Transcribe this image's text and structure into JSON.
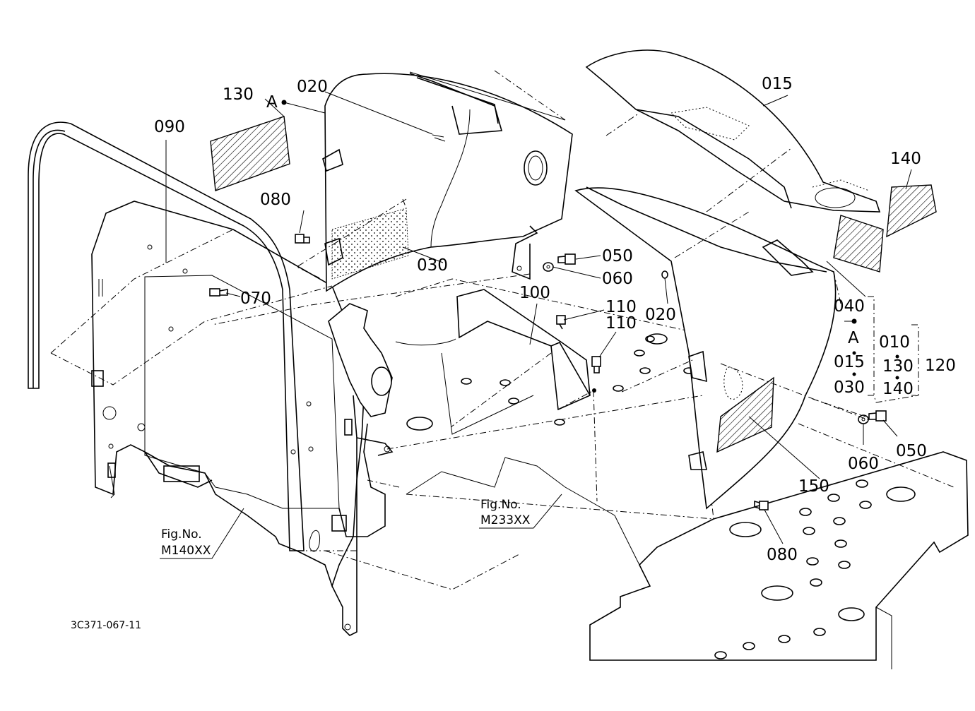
{
  "diagram": {
    "drawing_code": "3C371-067-11",
    "callouts": {
      "c010": "010",
      "c015": "015",
      "c015b": "015",
      "c020a": "020",
      "c020b": "020",
      "c030a": "030",
      "c030b": "030",
      "c040": "040",
      "c050a": "050",
      "c050b": "050",
      "c060a": "060",
      "c060b": "060",
      "c070": "070",
      "c080a": "080",
      "c080b": "080",
      "c090": "090",
      "c100": "100",
      "c110a": "110",
      "c110b": "110",
      "c120": "120",
      "c130": "130",
      "c130b": "130",
      "c140": "140",
      "c140b": "140",
      "c150": "150",
      "refA1": "A",
      "refA2": "A"
    },
    "fig_refs": {
      "fig1_title": "Fig.No.",
      "fig1_code": "M140XX",
      "fig2_title": "Fig.No.",
      "fig2_code": "M233XX"
    }
  }
}
